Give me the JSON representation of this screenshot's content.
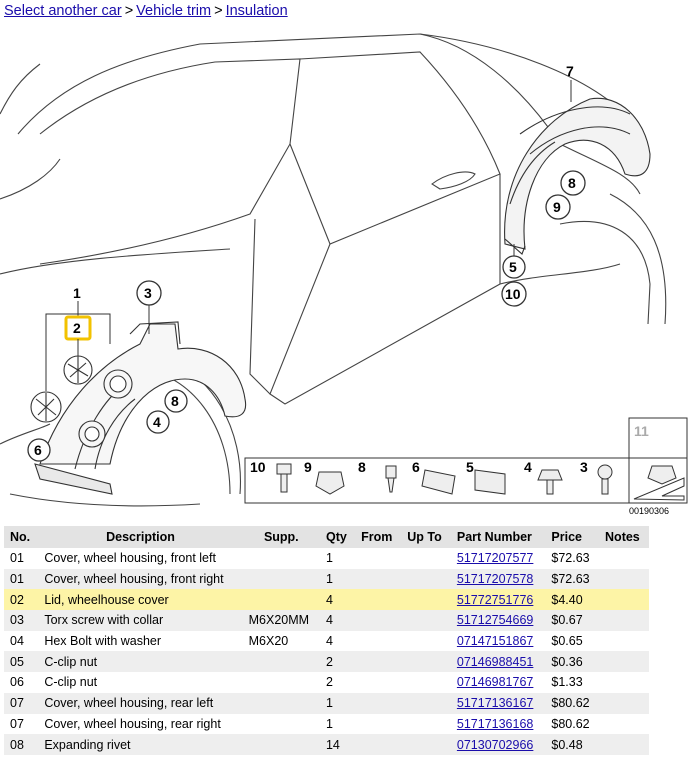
{
  "breadcrumb": {
    "items": [
      {
        "label": "Select another car"
      },
      {
        "label": "Vehicle trim"
      },
      {
        "label": "Insulation"
      }
    ],
    "separator": ">"
  },
  "diagram": {
    "callouts": [
      "1",
      "2",
      "3",
      "4",
      "5",
      "6",
      "7",
      "8",
      "8",
      "9",
      "10"
    ],
    "legend_numbers": [
      "10",
      "9",
      "8",
      "6",
      "5",
      "4",
      "3",
      "11"
    ],
    "image_code": "00190306",
    "highlight_color": "#f2c200"
  },
  "table": {
    "headers": [
      "No.",
      "Description",
      "Supp.",
      "Qty",
      "From",
      "Up To",
      "Part Number",
      "Price",
      "Notes"
    ],
    "rows": [
      {
        "no": "01",
        "description": "Cover, wheel housing, front left",
        "supp": "",
        "qty": "1",
        "from": "",
        "upto": "",
        "part_number": "51717207577",
        "price": "$72.63",
        "notes": ""
      },
      {
        "no": "01",
        "description": "Cover, wheel housing, front right",
        "supp": "",
        "qty": "1",
        "from": "",
        "upto": "",
        "part_number": "51717207578",
        "price": "$72.63",
        "notes": ""
      },
      {
        "no": "02",
        "description": "Lid, wheelhouse cover",
        "supp": "",
        "qty": "4",
        "from": "",
        "upto": "",
        "part_number": "51772751776",
        "price": "$4.40",
        "notes": ""
      },
      {
        "no": "03",
        "description": "Torx screw with collar",
        "supp": "M6X20MM",
        "qty": "4",
        "from": "",
        "upto": "",
        "part_number": "51712754669",
        "price": "$0.67",
        "notes": ""
      },
      {
        "no": "04",
        "description": "Hex Bolt with washer",
        "supp": "M6X20",
        "qty": "4",
        "from": "",
        "upto": "",
        "part_number": "07147151867",
        "price": "$0.65",
        "notes": ""
      },
      {
        "no": "05",
        "description": "C-clip nut",
        "supp": "",
        "qty": "2",
        "from": "",
        "upto": "",
        "part_number": "07146988451",
        "price": "$0.36",
        "notes": ""
      },
      {
        "no": "06",
        "description": "C-clip nut",
        "supp": "",
        "qty": "2",
        "from": "",
        "upto": "",
        "part_number": "07146981767",
        "price": "$1.33",
        "notes": ""
      },
      {
        "no": "07",
        "description": "Cover, wheel housing, rear left",
        "supp": "",
        "qty": "1",
        "from": "",
        "upto": "",
        "part_number": "51717136167",
        "price": "$80.62",
        "notes": ""
      },
      {
        "no": "07",
        "description": "Cover, wheel housing, rear right",
        "supp": "",
        "qty": "1",
        "from": "",
        "upto": "",
        "part_number": "51717136168",
        "price": "$80.62",
        "notes": ""
      },
      {
        "no": "08",
        "description": "Expanding rivet",
        "supp": "",
        "qty": "14",
        "from": "",
        "upto": "",
        "part_number": "07130702966",
        "price": "$0.48",
        "notes": ""
      }
    ],
    "highlight_row_color": "#fdf4a6",
    "alt_row_color": "#eeeeee"
  }
}
